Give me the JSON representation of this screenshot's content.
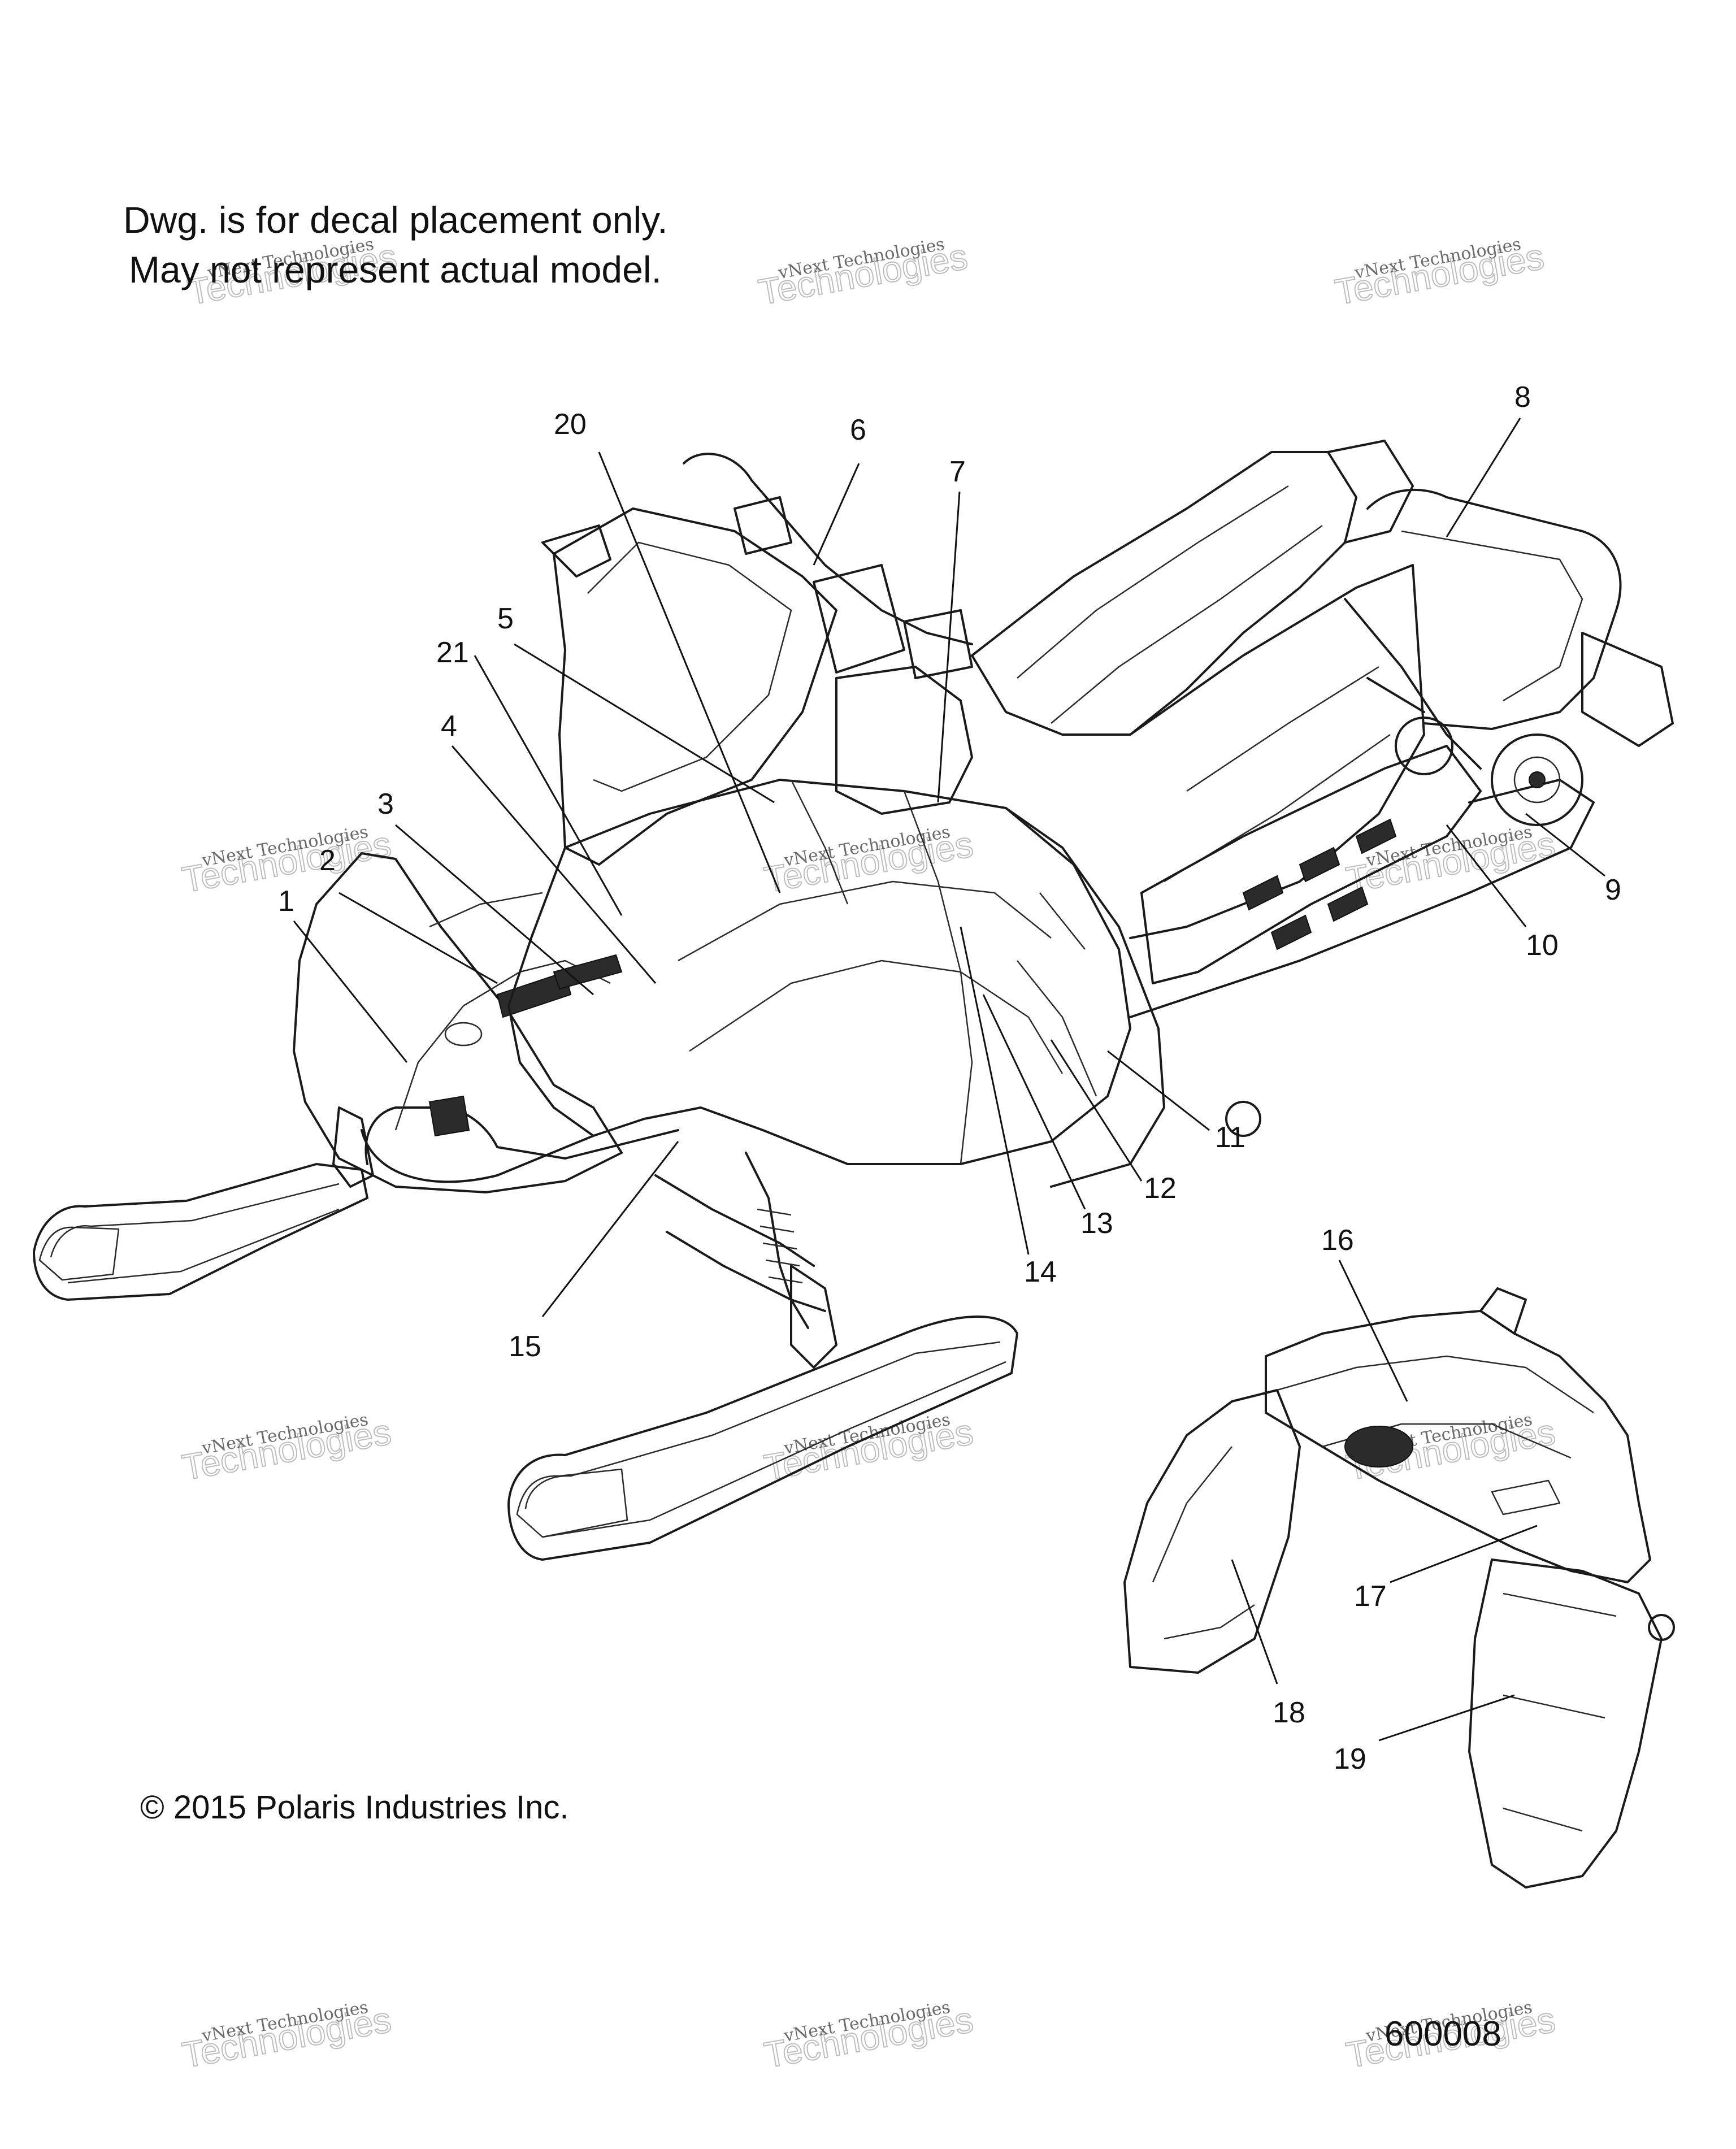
{
  "notes": {
    "line1": "Dwg. is for decal placement only.",
    "line2": "May not represent actual model."
  },
  "copyright": "© 2015 Polaris Industries Inc.",
  "figure_id": "600008",
  "watermark": {
    "small": "vNext Technologies",
    "big": "Technologies",
    "top": "vNext"
  },
  "callouts": [
    {
      "id": "c1",
      "label": "1"
    },
    {
      "id": "c2",
      "label": "2"
    },
    {
      "id": "c3",
      "label": "3"
    },
    {
      "id": "c4",
      "label": "4"
    },
    {
      "id": "c5",
      "label": "5"
    },
    {
      "id": "c6",
      "label": "6"
    },
    {
      "id": "c7",
      "label": "7"
    },
    {
      "id": "c8",
      "label": "8"
    },
    {
      "id": "c9",
      "label": "9"
    },
    {
      "id": "c10",
      "label": "10"
    },
    {
      "id": "c11",
      "label": "11"
    },
    {
      "id": "c12",
      "label": "12"
    },
    {
      "id": "c13",
      "label": "13"
    },
    {
      "id": "c14",
      "label": "14"
    },
    {
      "id": "c15",
      "label": "15"
    },
    {
      "id": "c16",
      "label": "16"
    },
    {
      "id": "c17",
      "label": "17"
    },
    {
      "id": "c18",
      "label": "18"
    },
    {
      "id": "c19",
      "label": "19"
    },
    {
      "id": "c20",
      "label": "20"
    },
    {
      "id": "c21",
      "label": "21"
    }
  ]
}
